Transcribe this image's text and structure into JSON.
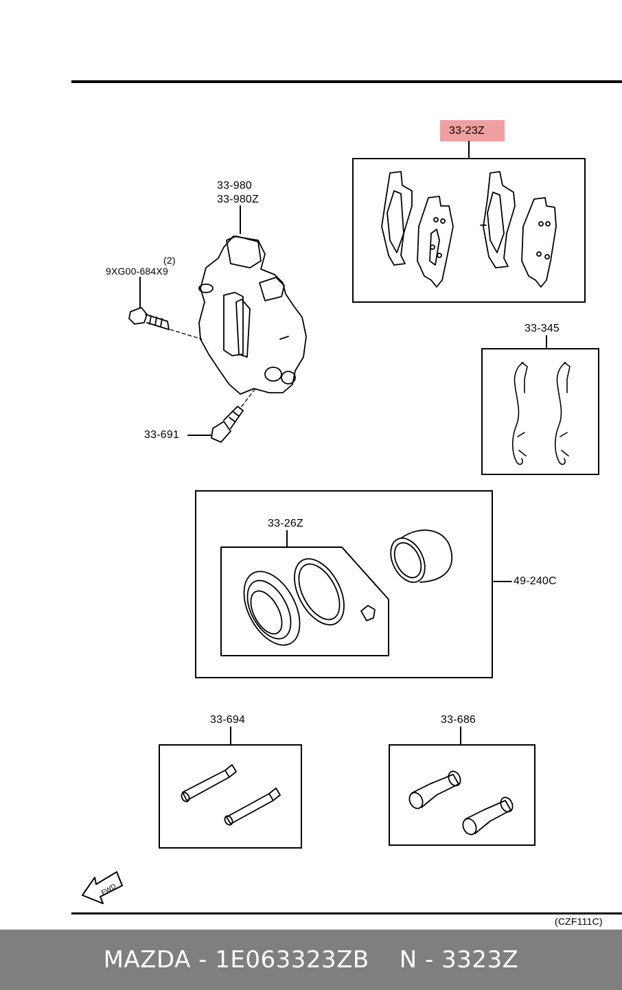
{
  "labels": {
    "brake_pad_kit": "33-23Z",
    "caliper_1": "33-980",
    "caliper_2": "33-980Z",
    "bolt_qty": "(2)",
    "bolt": "9XG00-684X9",
    "bleeder": "33-691",
    "clip_kit": "33-345",
    "seal_kit": "33-26Z",
    "piston_kit": "49-240C",
    "guide_pin_kit": "33-694",
    "boot_kit": "33-686",
    "fwd": "FWD",
    "figure_code": "(CZF111C)"
  },
  "footer": {
    "brand": "MAZDA",
    "part_number": "1E063323ZB",
    "short_number": "N - 3323Z",
    "separator": " - "
  },
  "colors": {
    "highlight": "#f0a0a0",
    "footer_bg": "#7f7f7f",
    "footer_text": "#ffffff",
    "line": "#000000"
  }
}
